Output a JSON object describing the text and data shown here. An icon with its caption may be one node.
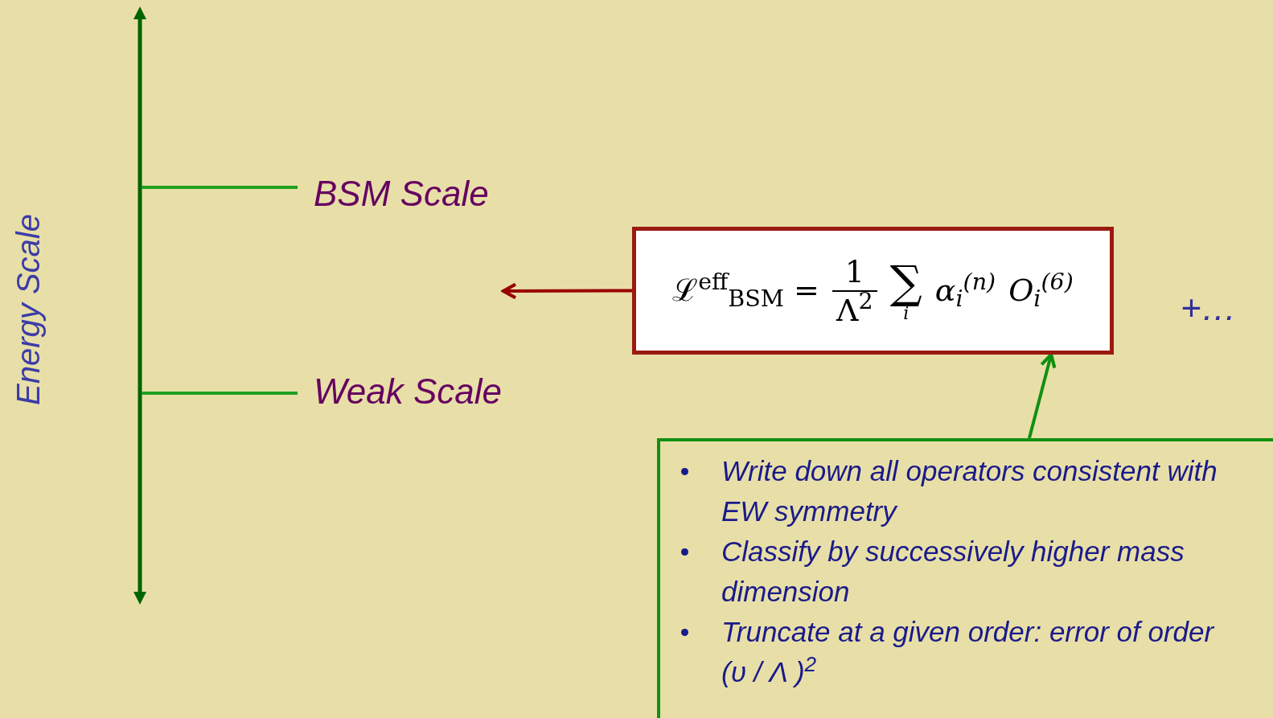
{
  "diagram": {
    "nodes": [
      {
        "text": [
          "ℒ$^{eff}$$_{BSM}$ =",
          "1",
          "Λ$^{2}$",
          "∑",
          "i",
          "α$_{i}$$^{(n)}$",
          "O$_{i}$$^{(6)}$"
        ]
      },
      {
        "text": [
          "Write down all operators consistent with EW symmetry",
          "Classify by successively higher mass dimension",
          "Truncate at a given order: error of order (υ / Λ )$^{2}$"
        ]
      }
    ],
    "edges": [
      {
        "from": 0,
        "to": null,
        "arrow": "to",
        "color": "#990000"
      },
      {
        "from": 1,
        "to": 0,
        "arrow": "to",
        "color": "#109010"
      }
    ],
    "labels": [
      "Energy Scale",
      "BSM Scale",
      "Weak Scale",
      "+…"
    ]
  }
}
